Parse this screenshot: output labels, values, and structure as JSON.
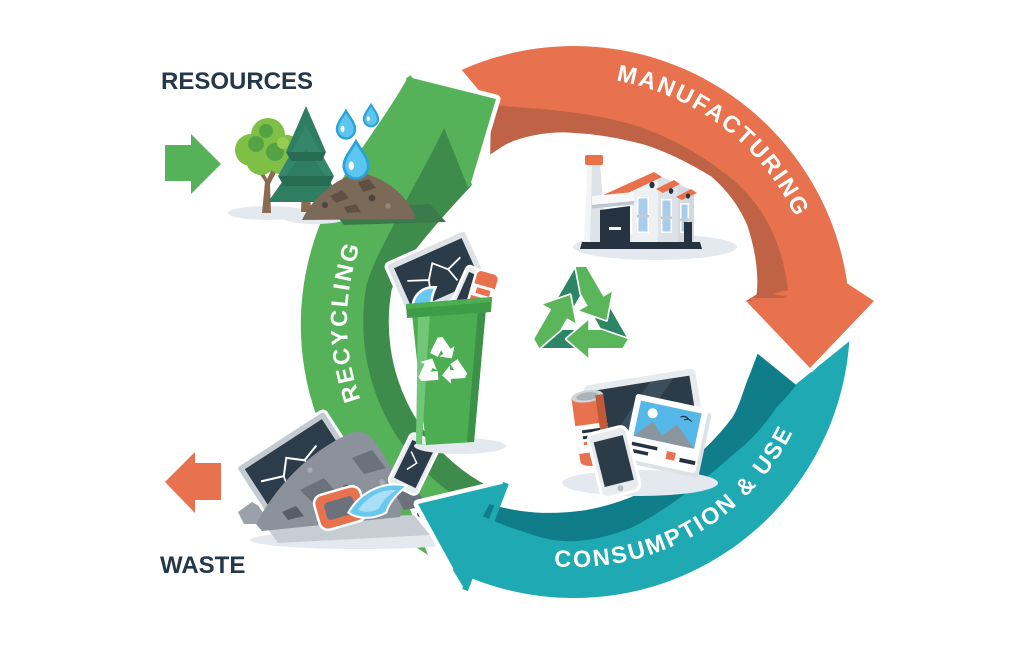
{
  "diagram": {
    "side_labels": {
      "resources": "RESOURCES",
      "waste": "WASTE"
    },
    "cycle_stages": [
      {
        "id": "manufacturing",
        "label": "MANUFACTURING",
        "color": "#e8724d",
        "shade": "#c06245"
      },
      {
        "id": "consumption",
        "label": "CONSUMPTION & USE",
        "color": "#1fa9b2",
        "shade": "#0f7d8a"
      },
      {
        "id": "recycling",
        "label": "RECYCLING",
        "color": "#55b259",
        "shade": "#3e8c4b"
      }
    ],
    "colors": {
      "label_text": "#24384a",
      "ring_text": "#ffffff",
      "green": "#55b259",
      "green_dark": "#3e8c4b",
      "orange": "#e8724d",
      "orange_dark": "#c06245",
      "teal": "#1fa9b2",
      "teal_dark": "#0f7d8a",
      "recycle_symbol_dark": "#2e8566",
      "recycle_symbol_light": "#5bb55b",
      "shadow": "#e3e9ef"
    },
    "icons": [
      "trees-and-soil-icon",
      "water-drops-icon",
      "factory-icon",
      "electronics-icon",
      "recycle-bin-icon",
      "waste-pile-icon",
      "recycle-symbol-icon",
      "arrow-in-icon",
      "arrow-out-icon"
    ]
  }
}
